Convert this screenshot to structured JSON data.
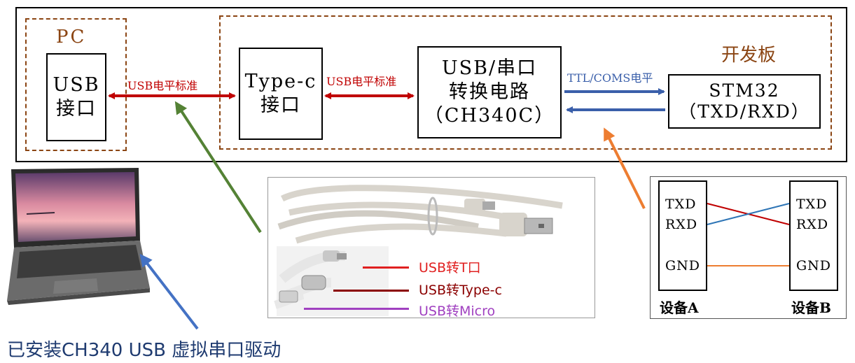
{
  "top": {
    "pc_label": "PC",
    "usb_port": {
      "line1": "USB",
      "line2": "接口"
    },
    "link1_label": "USB电平标准",
    "typec_port": {
      "line1": "Type-c",
      "line2": "接口"
    },
    "link2_label": "USB电平标准",
    "converter": {
      "line1": "USB/串口",
      "line2": "转换电路",
      "line3": "（CH340C）"
    },
    "link3_label": "TTL/COMS电平",
    "devboard_label": "开发板",
    "mcu": {
      "line1": "STM32",
      "line2": "（TXD/RXD）"
    }
  },
  "cable": {
    "legend": [
      {
        "text": "USB转T口",
        "color": "#e02020"
      },
      {
        "text": "USB转Type-c",
        "color": "#8b0000"
      },
      {
        "text": "USB转Micro",
        "color": "#a040c0"
      }
    ]
  },
  "wiring": {
    "device_a": {
      "name": "设备A",
      "pins": [
        "TXD",
        "RXD",
        "GND"
      ]
    },
    "device_b": {
      "name": "设备B",
      "pins": [
        "TXD",
        "RXD",
        "GND"
      ]
    }
  },
  "caption": "已安装CH340 USB 虚拟串口驱动",
  "colors": {
    "dark_red": "#c00000",
    "blue": "#3a5faa",
    "green": "#548235",
    "orange": "#ed7d31",
    "brown": "#8b4513"
  }
}
